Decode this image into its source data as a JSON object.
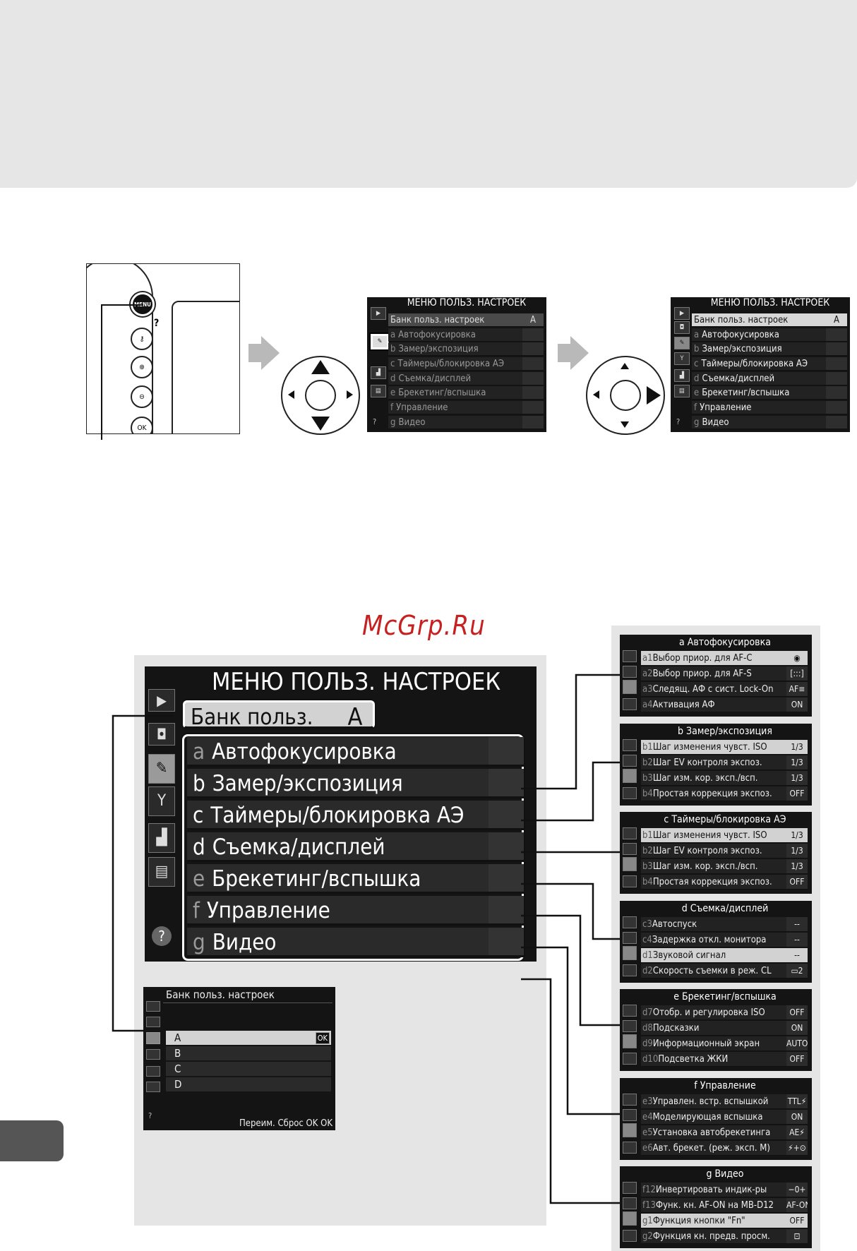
{
  "watermark": "McGrp.Ru",
  "camera": {
    "menu_btn": "MENU",
    "qual_btn": "?",
    "ok_btn": "OK"
  },
  "screen1": {
    "title": "МЕНЮ ПОЛЬЗ. НАСТРОЕК",
    "rows": [
      {
        "letter": "",
        "label": "Банк польз. настроек",
        "value": "A"
      },
      {
        "letter": "a",
        "label": "Автофокусировка",
        "value": ""
      },
      {
        "letter": "b",
        "label": "Замер/экспозиция",
        "value": ""
      },
      {
        "letter": "c",
        "label": "Таймеры/блокировка АЭ",
        "value": ""
      },
      {
        "letter": "d",
        "label": "Съемка/дисплей",
        "value": ""
      },
      {
        "letter": "e",
        "label": "Брекетинг/вспышка",
        "value": ""
      },
      {
        "letter": "f",
        "label": "Управление",
        "value": ""
      },
      {
        "letter": "g",
        "label": "Видео",
        "value": ""
      }
    ]
  },
  "big_menu": {
    "title": "МЕНЮ ПОЛЬЗ. НАСТРОЕК",
    "bank": {
      "label": "Банк польз. настроек",
      "value": "A"
    },
    "rows": [
      {
        "letter": "a",
        "label": "Автофокусировка"
      },
      {
        "letter": "b",
        "label": "Замер/экспозиция"
      },
      {
        "letter": "c",
        "label": "Таймеры/блокировка АЭ"
      },
      {
        "letter": "d",
        "label": "Съемка/дисплей"
      },
      {
        "letter": "e",
        "label": "Брекетинг/вспышка"
      },
      {
        "letter": "f",
        "label": "Управление"
      },
      {
        "letter": "g",
        "label": "Видео"
      }
    ],
    "help": "?"
  },
  "bank_menu": {
    "title": "Банк польз. настроек",
    "rows": [
      {
        "label": "A",
        "value": "OK"
      },
      {
        "label": "B",
        "value": ""
      },
      {
        "label": "C",
        "value": ""
      },
      {
        "label": "D",
        "value": ""
      }
    ],
    "footer": "Переим. Сброс OK OK"
  },
  "submenus": [
    {
      "title": "a Автофокусировка",
      "rows": [
        {
          "code": "a1",
          "label": "Выбор приор. для AF-C",
          "value": "◉"
        },
        {
          "code": "a2",
          "label": "Выбор приор. для AF-S",
          "value": "[:::]"
        },
        {
          "code": "a3",
          "label": "Следящ. АФ с сист. Lock-On",
          "value": "AF≡"
        },
        {
          "code": "a4",
          "label": "Активация АФ",
          "value": "ON"
        }
      ]
    },
    {
      "title": "b Замер/экспозиция",
      "rows": [
        {
          "code": "b1",
          "label": "Шаг изменения чувст. ISO",
          "value": "1/3"
        },
        {
          "code": "b2",
          "label": "Шаг EV контроля экспоз.",
          "value": "1/3"
        },
        {
          "code": "b3",
          "label": "Шаг изм. кор. эксп./всп.",
          "value": "1/3"
        },
        {
          "code": "b4",
          "label": "Простая коррекция экспоз.",
          "value": "OFF"
        }
      ]
    },
    {
      "title": "c Таймеры/блокировка АЭ",
      "rows": [
        {
          "code": "b1",
          "label": "Шаг изменения чувст. ISO",
          "value": "1/3"
        },
        {
          "code": "b2",
          "label": "Шаг EV контроля экспоз.",
          "value": "1/3"
        },
        {
          "code": "b3",
          "label": "Шаг изм. кор. эксп./всп.",
          "value": "1/3"
        },
        {
          "code": "b4",
          "label": "Простая коррекция экспоз.",
          "value": "OFF"
        }
      ]
    },
    {
      "title": "d Съемка/дисплей",
      "rows": [
        {
          "code": "c3",
          "label": "Автоспуск",
          "value": "--"
        },
        {
          "code": "c4",
          "label": "Задержка откл. монитора",
          "value": "--"
        },
        {
          "code": "d1",
          "label": "Звуковой сигнал",
          "value": "--"
        },
        {
          "code": "d2",
          "label": "Скорость съемки в реж. CL",
          "value": "▭2"
        }
      ]
    },
    {
      "title": "e Брекетинг/вспышка",
      "rows": [
        {
          "code": "d7",
          "label": "Отобр. и регулировка ISO",
          "value": "OFF"
        },
        {
          "code": "d8",
          "label": "Подсказки",
          "value": "ON"
        },
        {
          "code": "d9",
          "label": "Информационный экран",
          "value": "AUTO"
        },
        {
          "code": "d10",
          "label": "Подсветка ЖКИ",
          "value": "OFF"
        }
      ]
    },
    {
      "title": "f Управление",
      "rows": [
        {
          "code": "e3",
          "label": "Управлен. встр. вспышкой",
          "value": "TTL⚡"
        },
        {
          "code": "e4",
          "label": "Моделирующая вспышка",
          "value": "ON"
        },
        {
          "code": "e5",
          "label": "Установка автобрекетинга",
          "value": "AE⚡"
        },
        {
          "code": "e6",
          "label": "Авт. брекет. (реж. эксп. M)",
          "value": "⚡+⊙"
        }
      ]
    },
    {
      "title": "g Видео",
      "rows": [
        {
          "code": "f12",
          "label": "Инвертировать индик-ры",
          "value": "−0+"
        },
        {
          "code": "f13",
          "label": "Функ. кн. AF-ON на MB-D12",
          "value": "AF-ON"
        },
        {
          "code": "g1",
          "label": "Функция кнопки \"Fn\"",
          "value": "OFF"
        },
        {
          "code": "g2",
          "label": "Функция кн. предв. просм.",
          "value": "⊡"
        }
      ]
    }
  ]
}
